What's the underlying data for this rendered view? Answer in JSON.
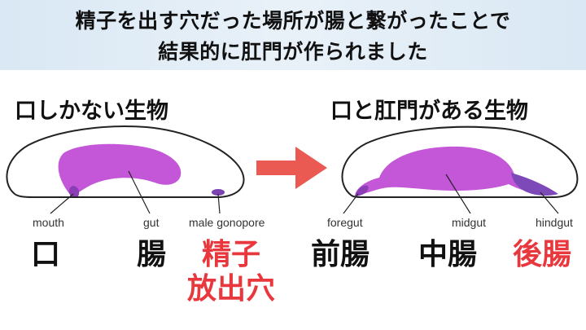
{
  "headline": {
    "line1": "精子を出す穴だった場所が腸と繋がったことで",
    "line2": "結果的に肛門が作られました"
  },
  "left_panel": {
    "title": "口しかない生物",
    "captions": {
      "mouth": "mouth",
      "gut": "gut",
      "gonopore": "male gonopore"
    },
    "kanji": {
      "mouth": "口",
      "gut": "腸",
      "gonopore_line1": "精子",
      "gonopore_line2": "放出穴"
    }
  },
  "right_panel": {
    "title": "口と肛門がある生物",
    "captions": {
      "foregut": "foregut",
      "midgut": "midgut",
      "hindgut": "hindgut"
    },
    "kanji": {
      "foregut": "前腸",
      "midgut": "中腸",
      "hindgut": "後腸"
    }
  },
  "colors": {
    "banner": "#dce9f5",
    "gut_fill": "#c456d8",
    "mouth_dark": "#8a3fb5",
    "gonopore": "#7a43b0",
    "hindgut": "#7d49b8",
    "arrow": "#eb5a52",
    "highlight_red": "#e8383d"
  }
}
